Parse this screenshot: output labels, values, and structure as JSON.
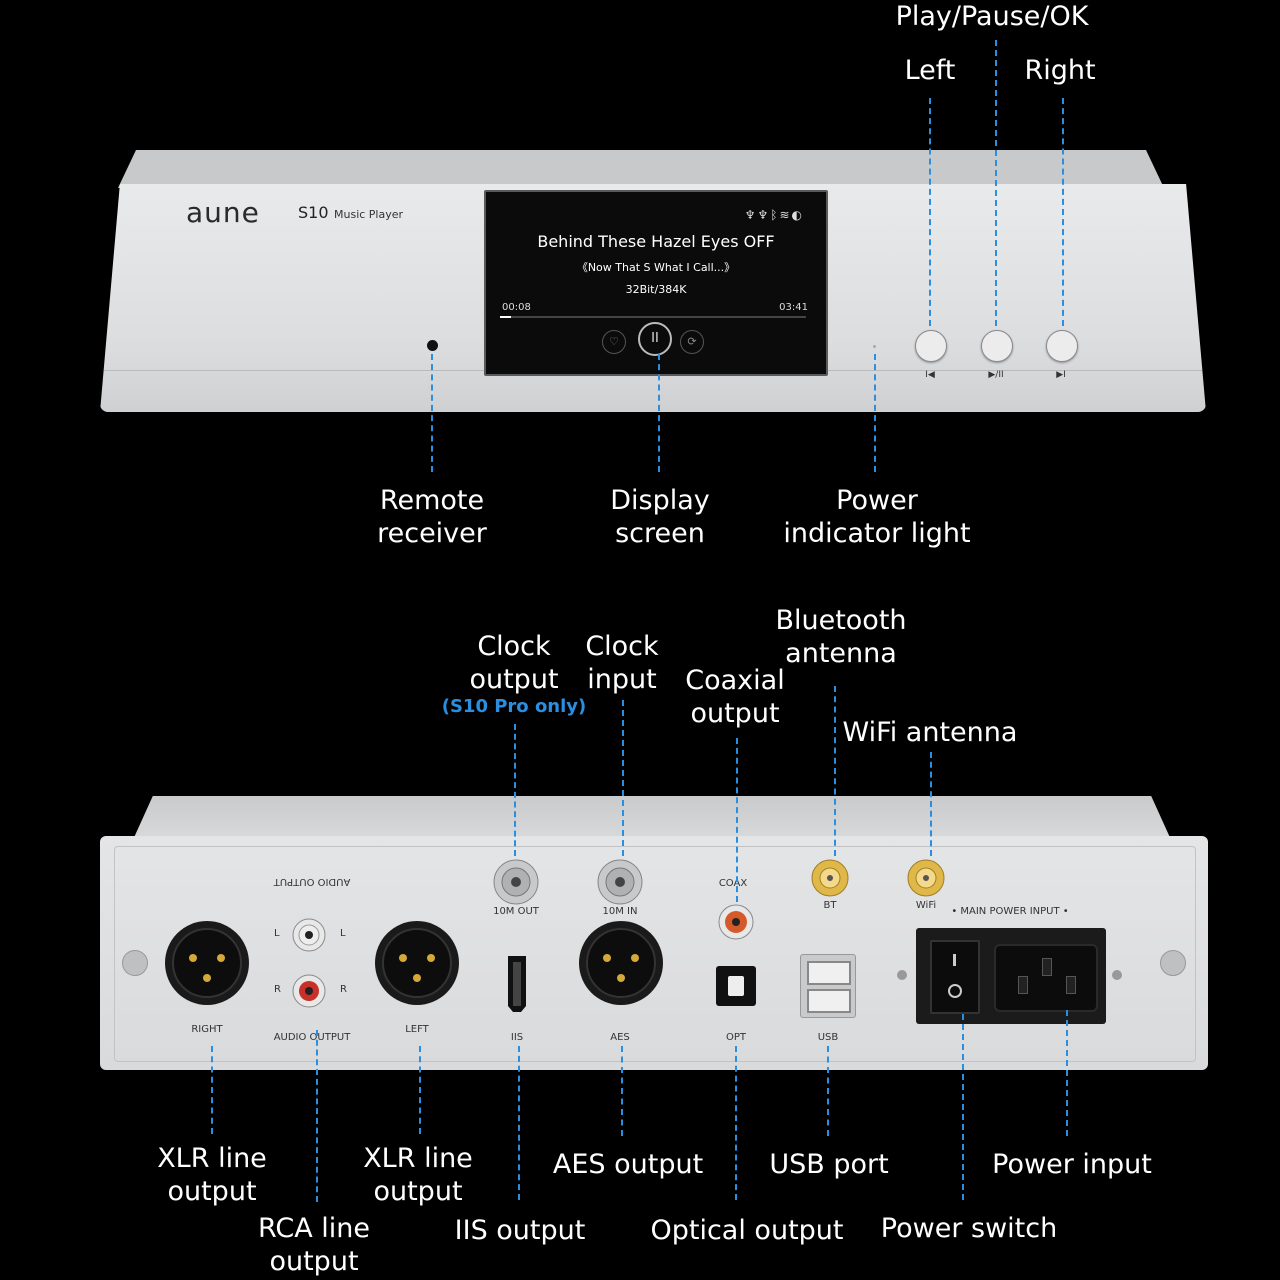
{
  "front": {
    "brand": "aune",
    "model": "S10",
    "model_sub": "Music Player",
    "screen": {
      "title": "Behind These Hazel Eyes OFF",
      "album": "《Now That S What I Call...》",
      "format": "32Bit/384K",
      "elapsed": "00:08",
      "duration": "03:41",
      "progress": 0.036
    },
    "button_glyphs": [
      "I◀",
      "▶/II",
      "▶I"
    ],
    "labels": {
      "play_pause_ok": "Play/Pause/OK",
      "left": "Left",
      "right": "Right",
      "remote_receiver": [
        "Remote",
        "receiver"
      ],
      "display_screen": [
        "Display",
        "screen"
      ],
      "power_indicator": [
        "Power",
        "indicator light"
      ]
    }
  },
  "back": {
    "panel_text": {
      "audio_output_top": "AUDIO OUTPUT",
      "audio_output": "AUDIO OUTPUT",
      "right": "RIGHT",
      "left": "LEFT",
      "l": "L",
      "r": "R",
      "tenm_out": "10M OUT",
      "tenm_in": "10M IN",
      "coax": "COAX",
      "bt": "BT",
      "wifi": "WiFi",
      "main_power_input": "• MAIN POWER INPUT •",
      "iis": "IIS",
      "aes": "AES",
      "opt": "OPT",
      "usb": "USB"
    },
    "labels": {
      "clock_output": [
        "Clock",
        "output"
      ],
      "clock_output_note": "(S10 Pro only)",
      "clock_input": [
        "Clock",
        "input"
      ],
      "coaxial_output": [
        "Coaxial",
        "output"
      ],
      "bluetooth_antenna": [
        "Bluetooth",
        "antenna"
      ],
      "wifi_antenna": "WiFi antenna",
      "xlr_right": [
        "XLR line",
        "output"
      ],
      "rca": [
        "RCA line",
        "output"
      ],
      "xlr_left": [
        "XLR line",
        "output"
      ],
      "iis_output": "IIS output",
      "aes_output": "AES output",
      "optical_output": "Optical output",
      "usb_port": "USB port",
      "power_switch": "Power switch",
      "power_input": "Power input"
    }
  },
  "colors": {
    "background": "#000000",
    "leader": "#2a8fe0",
    "note": "#2a8fe0",
    "chassis": "#dcdddf",
    "connector_gold": "#d4a93a"
  }
}
